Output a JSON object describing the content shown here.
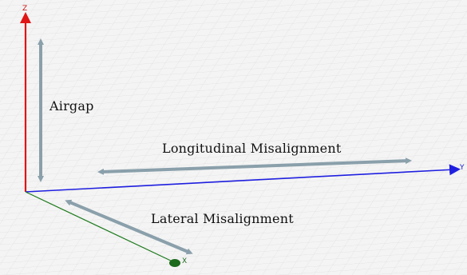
{
  "labels": {
    "airgap": "Airgap",
    "longitudinal": "Longitudinal Misalignment",
    "lateral": "Lateral Misalignment"
  },
  "axes": {
    "z": {
      "letter": "Z",
      "color": "#e01515"
    },
    "y": {
      "letter": "Y",
      "color": "#1f1fe0"
    },
    "x": {
      "letter": "X",
      "color": "#1d7a1d"
    }
  },
  "colors": {
    "background": "#f4f4f4",
    "grid": "#dcdcdc",
    "arrows": "#8aa0ab"
  }
}
